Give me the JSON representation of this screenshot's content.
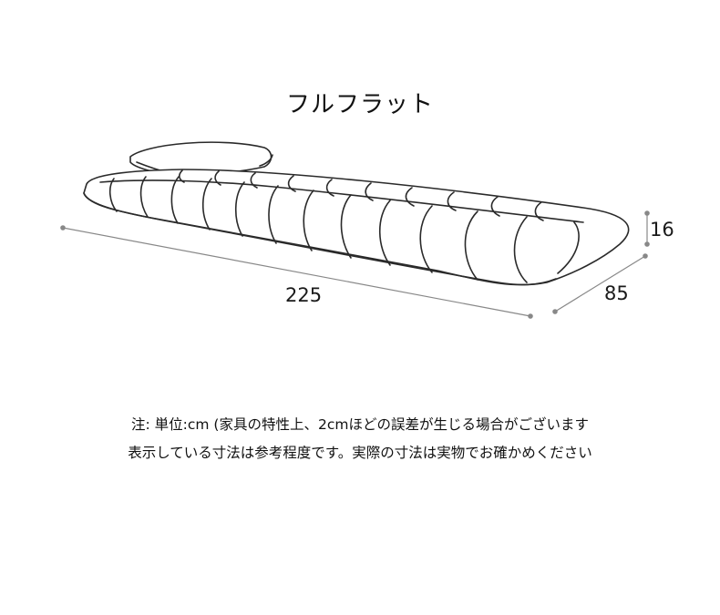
{
  "title": "フルフラット",
  "dimensions": {
    "length": "225",
    "width": "85",
    "height": "16"
  },
  "note": {
    "line1": "注: 単位:cm (家具の特性上、2cmほどの誤差が生じる場合がございます",
    "line2": "表示している寸法は参考程度です。実際の寸法は実物でお確かめください"
  }
}
